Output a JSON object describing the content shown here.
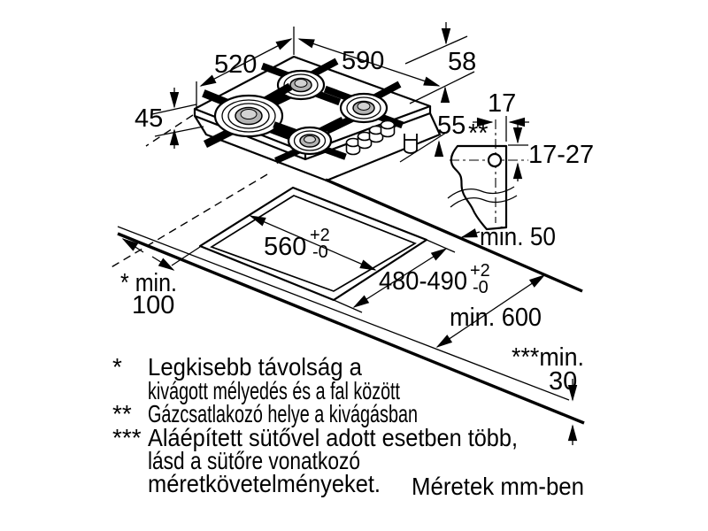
{
  "colors": {
    "line": "#000000",
    "background": "#ffffff",
    "burner_cap": "#b3b3b3",
    "burner_cap_inner": "#d2d2d2"
  },
  "labels": {
    "d520": "520",
    "d590": "590",
    "d58": "58",
    "d45": "45",
    "d55": "55",
    "d17": "17",
    "gas_marker": "**",
    "d17_27": "17-27",
    "min50": "min. 50",
    "c560": "560",
    "c560_tol_plus": "+2",
    "c560_tol_minus": "-0",
    "c480": "480-490",
    "c480_tol_plus": "+2",
    "c480_tol_minus": "-0",
    "min600": "min. 600",
    "min100_line1": "* min.",
    "min100_line2": "100",
    "min30_line1": "***min.",
    "min30_line2": "30"
  },
  "footnotes": {
    "m1": "*",
    "f1a": "Legkisebb távolság a",
    "f1b": "kivágott mélyedés és a fal között",
    "m2": "**",
    "f2a": "Gázcsatlakozó helye a kivágásban",
    "m3": "***",
    "f3a": "Aláépített sütővel adott esetben több,",
    "f3b": "lásd a sütőre vonatkozó",
    "f3c": "méretkövetelményeket."
  },
  "units_note": "Méretek mm-ben"
}
